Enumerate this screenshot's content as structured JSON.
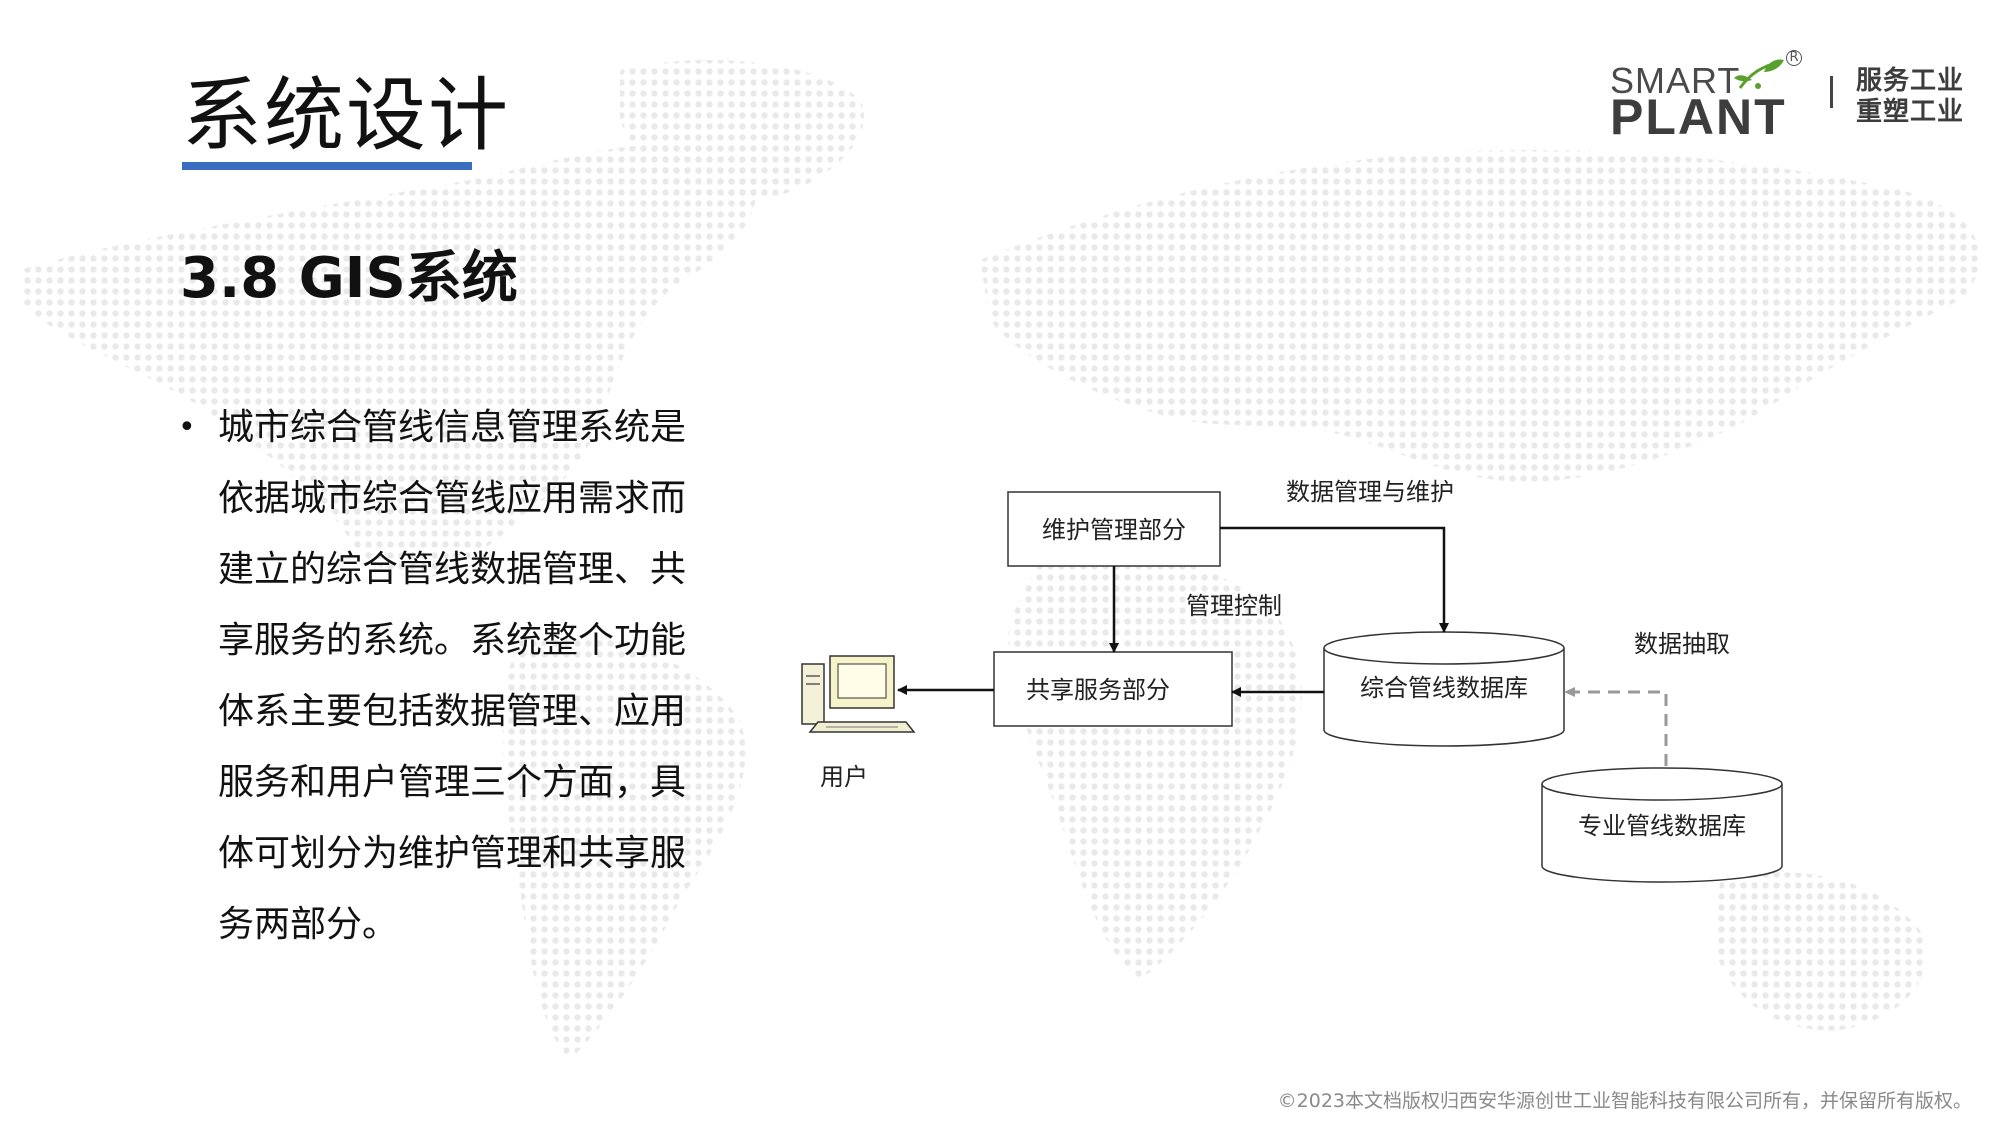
{
  "slide": {
    "title": "系统设计",
    "section_heading": "3.8 GIS系统",
    "body_text": "城市综合管线信息管理系统是依据城市综合管线应用需求而建立的综合管线数据管理、共享服务的系统。系统整个功能体系主要包括数据管理、应用服务和用户管理三个方面，具体可划分为维护管理和共享服务两部分。",
    "copyright": "©2023本文档版权归西安华源创世工业智能科技有限公司所有，并保留所有版权。"
  },
  "logo": {
    "word1": "SMART",
    "word2": "PLANT",
    "registered_mark": "R",
    "slogan_line1": "服务工业",
    "slogan_line2": "重塑工业"
  },
  "diagram": {
    "nodes": {
      "maintenance": "维护管理部分",
      "shared_service": "共享服务部分",
      "integrated_db": "综合管线数据库",
      "specialized_db": "专业管线数据库",
      "user": "用户"
    },
    "edge_labels": {
      "data_management": "数据管理与维护",
      "management_control": "管理控制",
      "data_extraction": "数据抽取"
    },
    "icons": [
      "computer-icon"
    ]
  },
  "colors": {
    "accent_underline": "#3a6cc0",
    "map_dots": "#e9e9e9",
    "logo_sprout": "#5aa02c",
    "dashed_arrow": "#999999"
  }
}
